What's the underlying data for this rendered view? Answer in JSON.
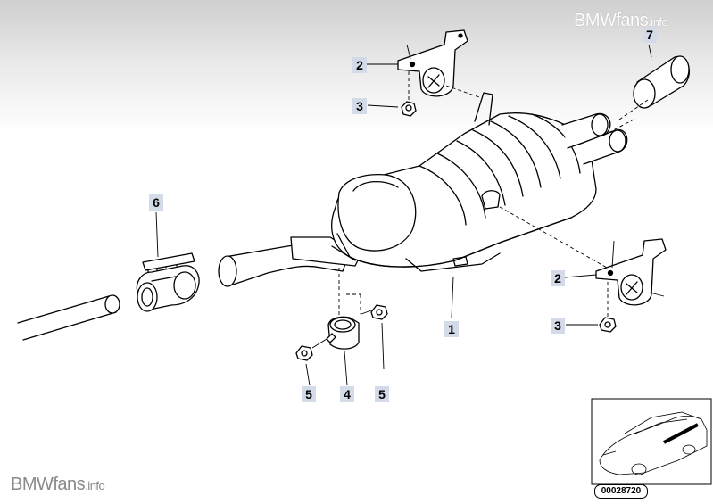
{
  "watermark": {
    "brand": "BMWfans",
    "suffix": ".info"
  },
  "callouts": {
    "c1": "1",
    "c2_top": "2",
    "c2_right": "2",
    "c3_top": "3",
    "c3_right": "3",
    "c4": "4",
    "c5_left": "5",
    "c5_right": "5",
    "c6": "6",
    "c7": "7"
  },
  "diagram_number": "00028720",
  "colors": {
    "callout_bg": "#d3dbe8",
    "line": "#000000"
  }
}
